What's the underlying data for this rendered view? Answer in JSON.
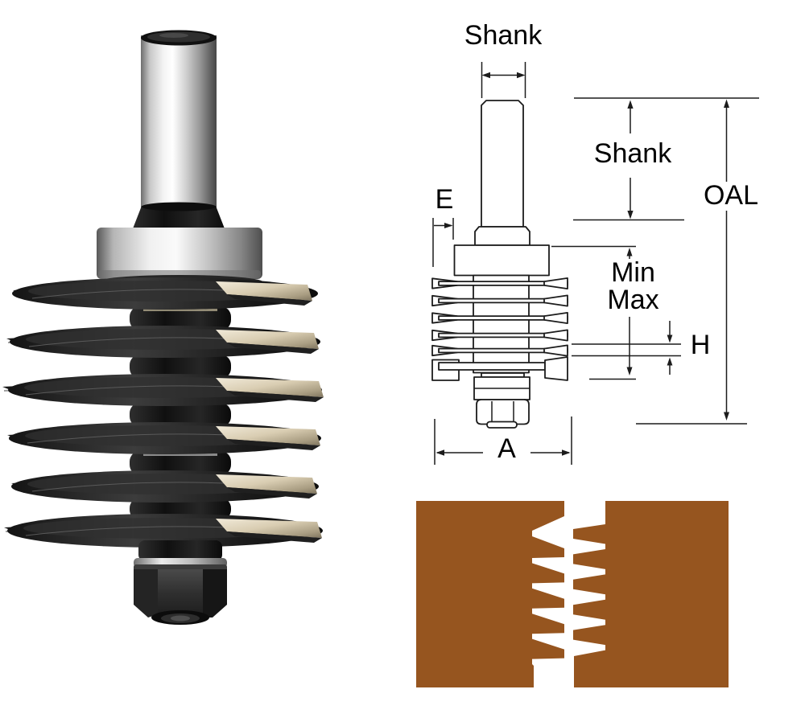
{
  "colors": {
    "background": "#FFFFFF",
    "wood": "#96551F",
    "line": "#1C1C1C",
    "text": "#000000",
    "carbide": "#D9CDB2",
    "metal_dark": "#1A1A1A"
  },
  "photo": {
    "description": "finger-joint router bit with stacked cutters, bearing and hex nut"
  },
  "diagram": {
    "labels": {
      "shank_width": "Shank",
      "shank_length": "Shank",
      "overall_length": "OAL",
      "edge_offset": "E",
      "cut_min": "Min",
      "cut_max": "Max",
      "cutter_height": "H",
      "diameter": "A"
    }
  },
  "joint_illustration": {
    "description": "two wood boards with interlocking finger joint profile"
  }
}
